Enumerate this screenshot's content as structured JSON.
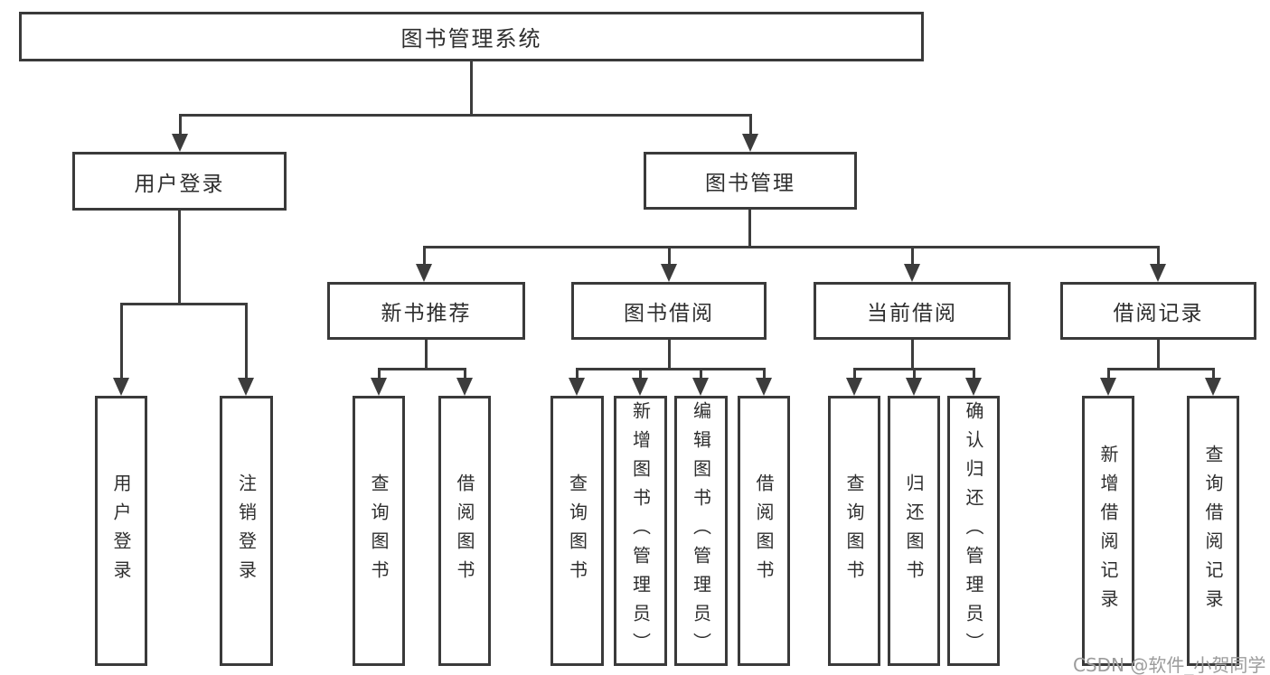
{
  "tree": {
    "root": {
      "label": "图书管理系统"
    },
    "user": {
      "label": "用户登录",
      "children": [
        {
          "label": "用户登录"
        },
        {
          "label": "注销登录"
        }
      ]
    },
    "books": {
      "label": "图书管理",
      "sections": [
        {
          "label": "新书推荐",
          "children": [
            {
              "label": "查询图书"
            },
            {
              "label": "借阅图书"
            }
          ]
        },
        {
          "label": "图书借阅",
          "children": [
            {
              "label": "查询图书"
            },
            {
              "label": "新增图书（管理员）"
            },
            {
              "label": "编辑图书（管理员）"
            },
            {
              "label": "借阅图书"
            }
          ]
        },
        {
          "label": "当前借阅",
          "children": [
            {
              "label": "查询图书"
            },
            {
              "label": "归还图书"
            },
            {
              "label": "确认归还（管理员）"
            }
          ]
        },
        {
          "label": "借阅记录",
          "children": [
            {
              "label": "新增借阅记录"
            },
            {
              "label": "查询借阅记录"
            }
          ]
        }
      ]
    }
  },
  "watermark": {
    "text": "CSDN @软件_小贺同学",
    "color": "#9c9c9c"
  },
  "colors": {
    "line": "#3c3c3c",
    "border": "#3a3a3a",
    "text": "#2e2e2e",
    "background": "#ffffff"
  }
}
